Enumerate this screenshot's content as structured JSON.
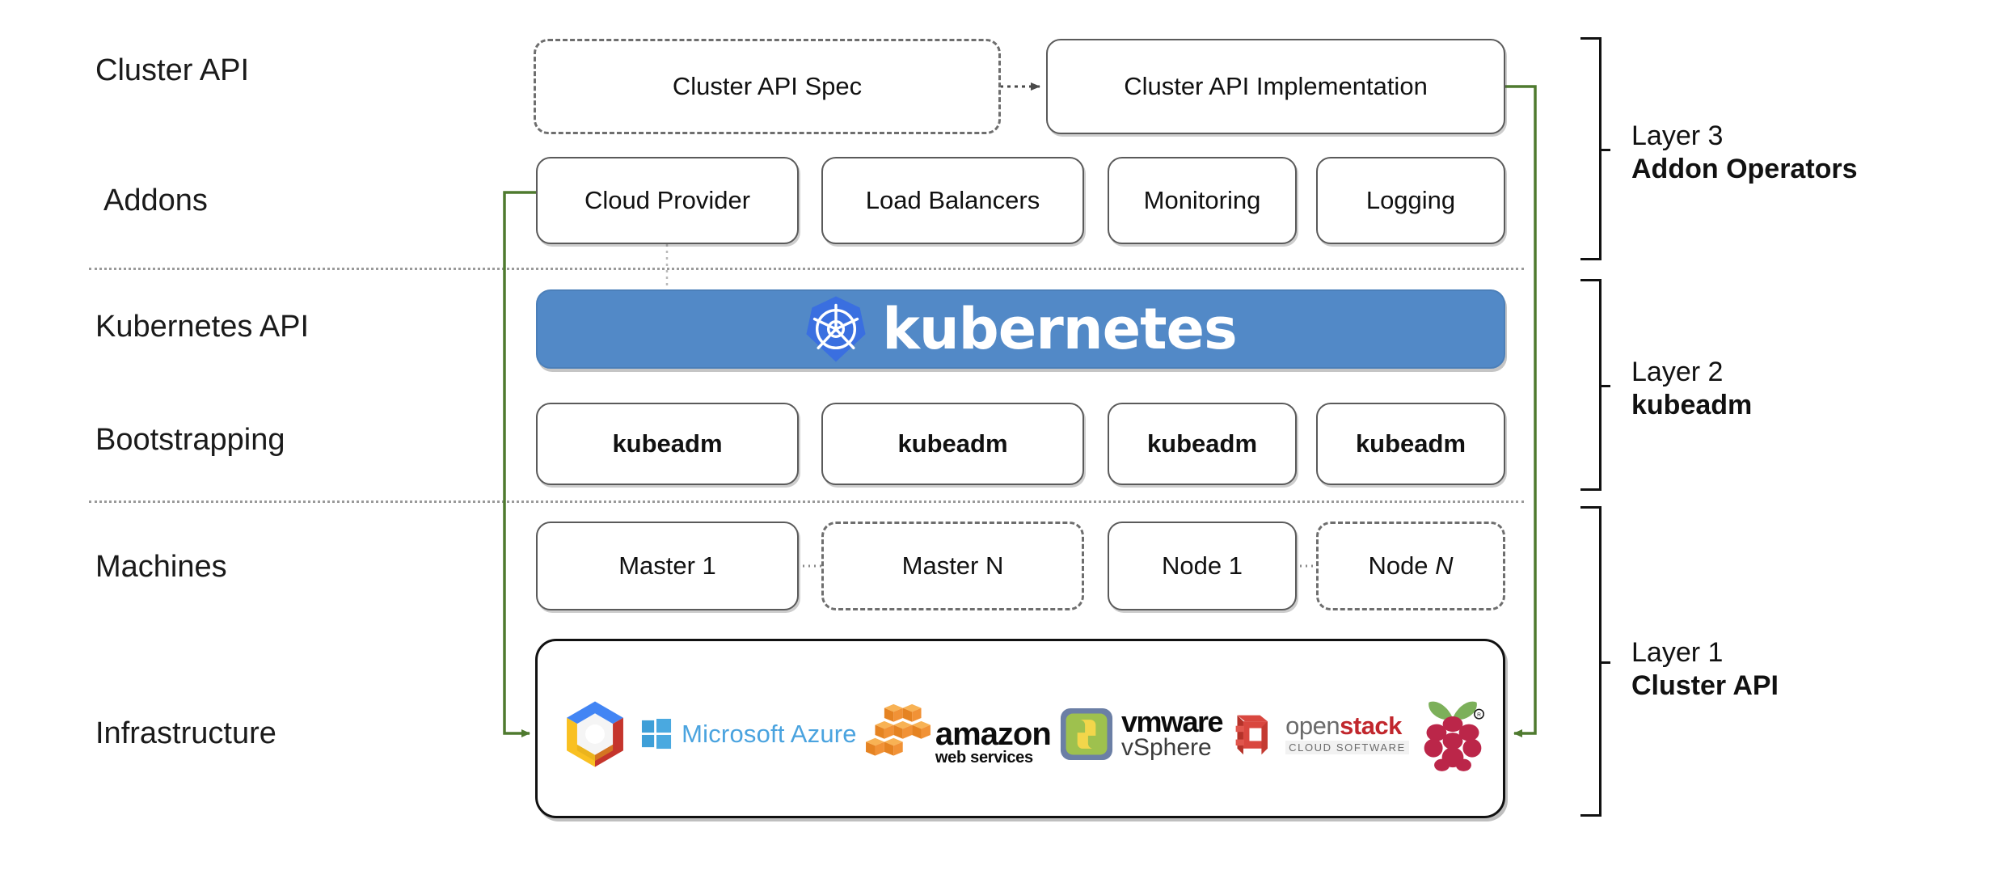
{
  "diagram": {
    "title": "Kubernetes Cluster API layered architecture",
    "accent_green": "#4f7a2f",
    "k8s_blue": "#5289c7",
    "k8s_logo_blue": "#3a6fe0",
    "border_gray": "#5a5a5a"
  },
  "row_labels": [
    {
      "text": "Cluster API"
    },
    {
      "text": "Addons"
    },
    {
      "text": "Kubernetes API"
    },
    {
      "text": "Bootstrapping"
    },
    {
      "text": "Machines"
    },
    {
      "text": "Infrastructure"
    }
  ],
  "cluster_api_row": {
    "spec_box": {
      "label": "Cluster API Spec",
      "style": "dashed"
    },
    "impl_box": {
      "label": "Cluster API Implementation",
      "style": "solid"
    },
    "connector": "dotted-arrow-right"
  },
  "addons_row": {
    "boxes": [
      {
        "label": "Cloud Provider",
        "style": "solid"
      },
      {
        "label": "Load Balancers",
        "style": "solid"
      },
      {
        "label": "Monitoring",
        "style": "solid"
      },
      {
        "label": "Logging",
        "style": "solid"
      }
    ]
  },
  "kubernetes_banner": {
    "wordmark": "kubernetes",
    "logo_name": "kubernetes-helm-wheel-icon"
  },
  "bootstrapping_row": {
    "boxes": [
      {
        "label": "kubeadm",
        "style": "solid"
      },
      {
        "label": "kubeadm",
        "style": "solid"
      },
      {
        "label": "kubeadm",
        "style": "solid"
      },
      {
        "label": "kubeadm",
        "style": "solid"
      }
    ]
  },
  "machines_row": {
    "boxes": [
      {
        "label": "Master 1",
        "style": "solid"
      },
      {
        "label": "Master N",
        "style": "dashed"
      },
      {
        "label": "Node 1",
        "style": "solid"
      },
      {
        "label": "Node N",
        "style": "dashed",
        "italic_tail": "N"
      }
    ],
    "ellipsis_connectors": 2
  },
  "infrastructure_row": {
    "providers": [
      {
        "name": "google-cloud-platform",
        "label": ""
      },
      {
        "name": "microsoft-azure",
        "label": "Microsoft Azure"
      },
      {
        "name": "amazon-web-services",
        "label_top": "amazon",
        "label_bottom": "web services"
      },
      {
        "name": "vmware-vsphere",
        "label_top": "vmware",
        "label_bottom": "vSphere"
      },
      {
        "name": "openstack",
        "label_top_a": "open",
        "label_top_b": "stack",
        "label_bottom": "CLOUD SOFTWARE"
      },
      {
        "name": "raspberry-pi",
        "label": ""
      }
    ]
  },
  "layers": [
    {
      "id": "layer-3",
      "line1": "Layer 3",
      "line2": "Addon Operators"
    },
    {
      "id": "layer-2",
      "line1": "Layer 2",
      "line2": "kubeadm"
    },
    {
      "id": "layer-1",
      "line1": "Layer 1",
      "line2": "Cluster API"
    }
  ]
}
